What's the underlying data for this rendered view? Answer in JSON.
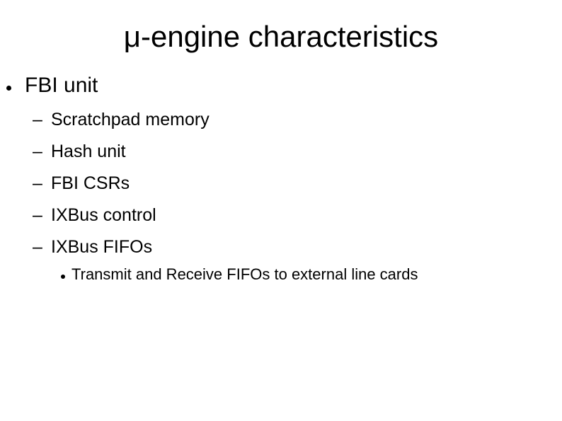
{
  "slide": {
    "title": "μ-engine characteristics",
    "level1": {
      "label": "FBI unit"
    },
    "level2_items": [
      "Scratchpad memory",
      "Hash unit",
      "FBI CSRs",
      "IXBus control",
      "IXBus FIFOs"
    ],
    "level3_items": [
      "Transmit and Receive FIFOs to external line cards"
    ]
  },
  "glyphs": {
    "dash_bullet": "–"
  },
  "colors": {
    "background": "#ffffff",
    "text": "#000000"
  }
}
